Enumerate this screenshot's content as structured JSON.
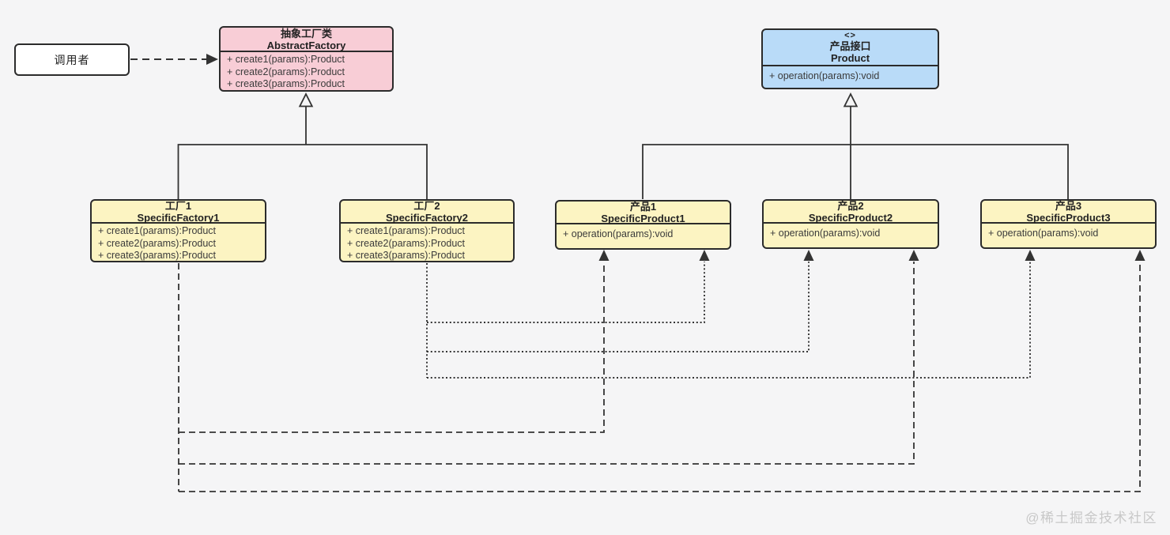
{
  "colors": {
    "background": "#f5f5f6",
    "box_border": "#2b2b2b",
    "line": "#333333",
    "abstract_factory_fill": "#f8cdd6",
    "interface_fill": "#b9dbf8",
    "concrete_fill": "#fcf4c2",
    "caller_fill": "#ffffff",
    "watermark": "#c8c8c8"
  },
  "caller": {
    "label": "调用者"
  },
  "classes": {
    "abstract_factory": {
      "title_cn": "抽象工厂类",
      "title_en": "AbstractFactory",
      "methods": [
        "+ create1(params):Product",
        "+ create2(params):Product",
        "+ create3(params):Product"
      ]
    },
    "product_interface": {
      "stereotype": "<>",
      "title_cn": "产品接口",
      "title_en": "Product",
      "methods": [
        "+ operation(params):void"
      ]
    },
    "factory1": {
      "title_cn": "工厂1",
      "title_en": "SpecificFactory1",
      "methods": [
        "+ create1(params):Product",
        "+ create2(params):Product",
        "+ create3(params):Product"
      ]
    },
    "factory2": {
      "title_cn": "工厂2",
      "title_en": "SpecificFactory2",
      "methods": [
        "+ create1(params):Product",
        "+ create2(params):Product",
        "+ create3(params):Product"
      ]
    },
    "product1": {
      "title_cn": "产品1",
      "title_en": "SpecificProduct1",
      "methods": [
        "+ operation(params):void"
      ]
    },
    "product2": {
      "title_cn": "产品2",
      "title_en": "SpecificProduct2",
      "methods": [
        "+ operation(params):void"
      ]
    },
    "product3": {
      "title_cn": "产品3",
      "title_en": "SpecificProduct3",
      "methods": [
        "+ operation(params):void"
      ]
    }
  },
  "watermark": "@稀土掘金技术社区"
}
